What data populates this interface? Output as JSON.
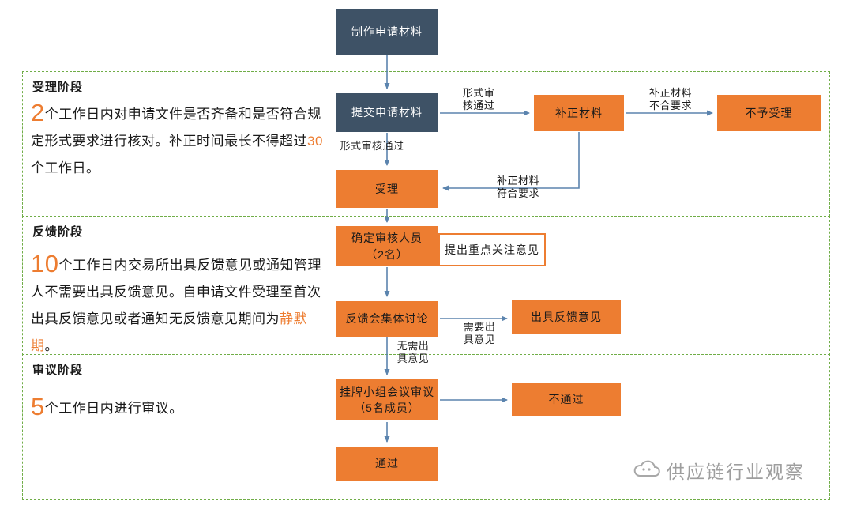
{
  "flow": {
    "prepare": "制作申请材料",
    "submit": "提交申请材料",
    "supplement": "补正材料",
    "reject": "不予受理",
    "accept": "受理",
    "reviewers": "确定审核人员\n（2名）",
    "key_opinions": "提出重点关注意见",
    "feedback_meeting": "反馈会集体讨论",
    "issue_feedback": "出具反馈意见",
    "panel": "挂牌小组会议审议\n（5名成员）",
    "fail": "不通过",
    "pass": "通过"
  },
  "edges": {
    "format_review_pass_h": "形式审\n核通过",
    "supplement_not_meet": "补正材料\n不合要求",
    "format_review_pass_v": "形式审核通过",
    "supplement_meet": "补正材料\n符合要求",
    "need_opinion": "需要出\n具意见",
    "no_opinion": "无需出\n具意见"
  },
  "sections": {
    "accept": {
      "title": "受理阶段",
      "num": "2",
      "text1": "个工作日内对申请文件是否齐备和是否符合规定形式要求进行核对。补正时间最长不得超过",
      "highlight": "30",
      "text2": "个工作日。"
    },
    "feedback": {
      "title": "反馈阶段",
      "num": "10",
      "text1": "个工作日内交易所出具反馈意见或通知管理人不需要出具反馈意见。自申请文件受理至首次出具反馈意见或者通知无反馈意见期间为",
      "highlight": "静默期",
      "text2": "。"
    },
    "review": {
      "title": "审议阶段",
      "num": "5",
      "text1": "个工作日内进行审议。",
      "highlight": "",
      "text2": ""
    }
  },
  "watermark": "供应链行业观察",
  "colors": {
    "orange": "#ED7D31",
    "slate": "#3E5266",
    "green_dashed": "#70AD47",
    "arrow_blue": "#5B84AE",
    "watermark_gray": "#9E9E9E"
  }
}
